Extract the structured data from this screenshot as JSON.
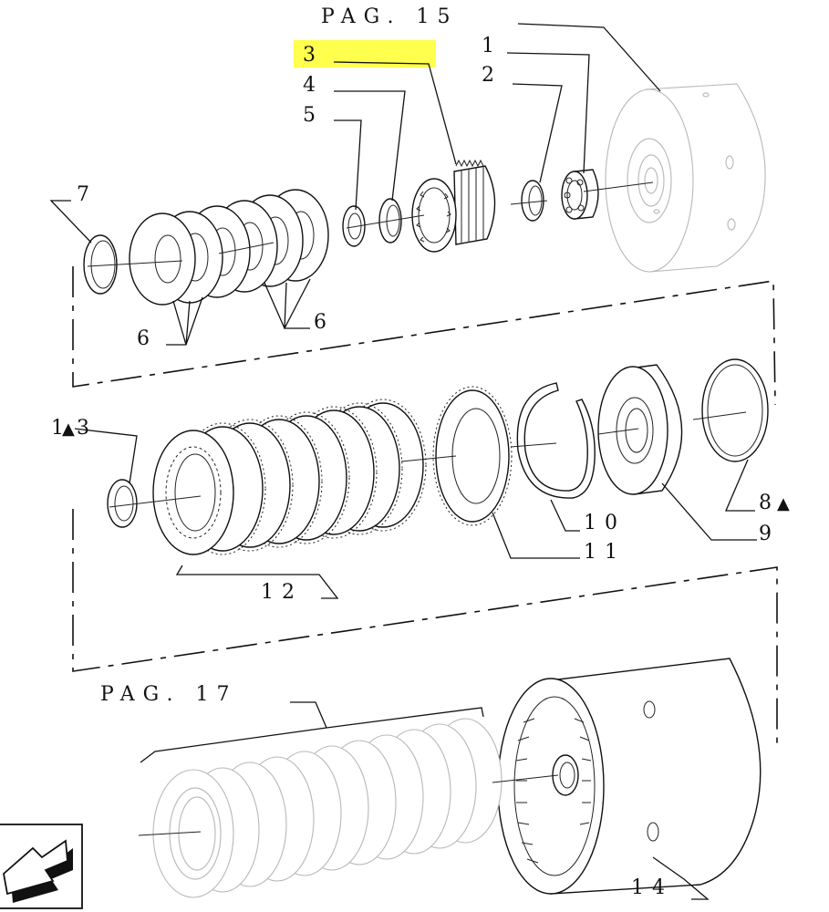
{
  "references": {
    "top": "PAG. 15",
    "bottom": "PAG. 17"
  },
  "callouts": {
    "c1": "1",
    "c2": "2",
    "c3": "3",
    "c4": "4",
    "c5": "5",
    "c6a": "6",
    "c6b": "6",
    "c7": "7",
    "c8": "8",
    "c9": "9",
    "c10": "10",
    "c11": "11",
    "c12": "12",
    "c13": "13",
    "c14": "14"
  },
  "highlight": {
    "callout": "3",
    "color": "#ffff4d"
  },
  "symbols": {
    "triangle": "▲"
  },
  "icons": [
    "navigation-arrow-icon"
  ]
}
